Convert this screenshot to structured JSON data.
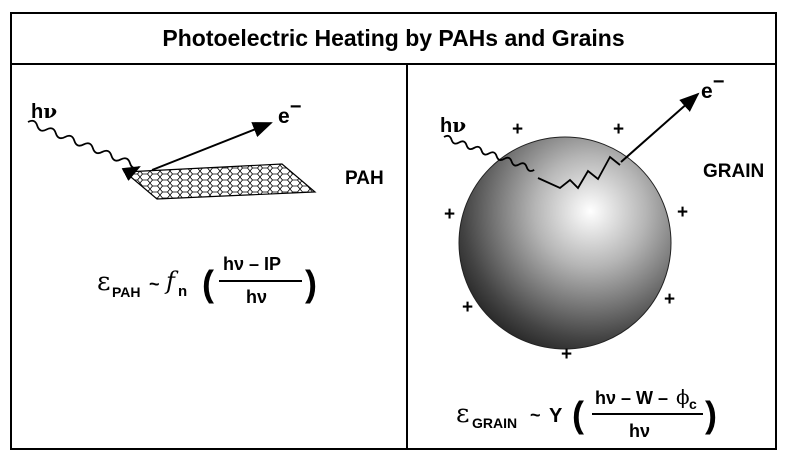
{
  "title": "Photoelectric Heating by PAHs and Grains",
  "left": {
    "photon_h": "h",
    "photon_nu": "ν",
    "electron_e": "e",
    "electron_minus": "−",
    "label": "PAH",
    "eq": {
      "epsilon": "ε",
      "sub": "PAH",
      "tilde": "~",
      "f": "f",
      "f_sub": "n",
      "paren_open": "(",
      "paren_close": ")",
      "numerator": "hν – IP",
      "denominator": "hν"
    }
  },
  "right": {
    "photon_h": "h",
    "photon_nu": "ν",
    "electron_e": "e",
    "electron_minus": "−",
    "label": "GRAIN",
    "plus": "+",
    "eq": {
      "epsilon": "ε",
      "sub": "GRAIN",
      "tilde": "~",
      "y": "Y",
      "paren_open": "(",
      "paren_close": ")",
      "numerator_a": "hν – W –",
      "phi": "ϕ",
      "phi_sub": "c",
      "denominator": "hν"
    }
  },
  "colors": {
    "ink": "#000000",
    "background": "#ffffff"
  }
}
